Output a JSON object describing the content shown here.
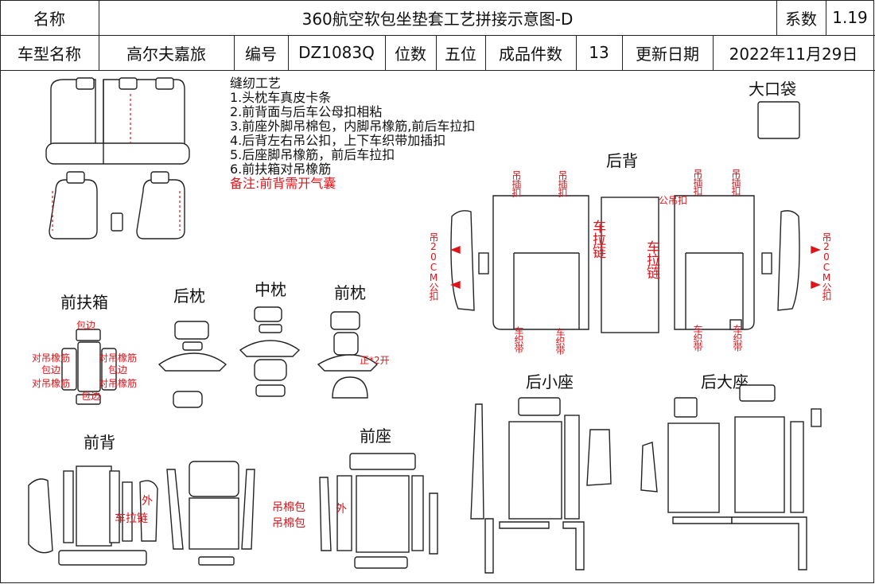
{
  "header": {
    "row1": {
      "name_label": "名称",
      "title": "360航空软包坐垫套工艺拼接示意图-D",
      "coef_label": "系数",
      "coef_value": "1.19"
    },
    "row2": {
      "model_label": "车型名称",
      "model_value": "高尔夫嘉旅",
      "code_label": "编号",
      "code_value": "DZ1083Q",
      "seat_label": "位数",
      "seat_value": "五位",
      "pieces_label": "成品件数",
      "pieces_value": "13",
      "date_label": "更新日期",
      "date_value": "2022年11月29日"
    }
  },
  "process": {
    "heading": "缝纫工艺",
    "steps": [
      "1.头枕车真皮卡条",
      "2.前背面与后车公母扣相粘",
      "3.前座外脚吊棉包，内脚吊橡筋,前后车拉扣",
      "4.后背左右吊公扣，上下车织带加插扣",
      "5.后座脚吊橡筋，前后车拉扣",
      "6.前扶箱对吊橡筋"
    ],
    "remark": "备注:前背需开气囊"
  },
  "sections": {
    "big_pocket": "大口袋",
    "rear_back": "后背",
    "front_armrest": "前扶箱",
    "rear_headrest": "后枕",
    "middle_headrest": "中枕",
    "front_headrest": "前枕",
    "rear_small_seat": "后小座",
    "rear_large_seat": "后大座",
    "front_back": "前背",
    "front_seat": "前座"
  },
  "annotations": {
    "hang_insert": "吊插扣",
    "hang_20cm": "吊20CM公扣",
    "zipper": "车拉链",
    "webbing": "车织带",
    "male_hang": "公吊扣",
    "wrap_edge": "包边",
    "pair_rubber": "对吊橡筋",
    "positive_open": "正*2开",
    "outer": "外",
    "zipper_short": "车拉链",
    "cotton_pack": "吊棉包"
  },
  "colors": {
    "accent_red": "#e0151b",
    "line": "#222222"
  }
}
